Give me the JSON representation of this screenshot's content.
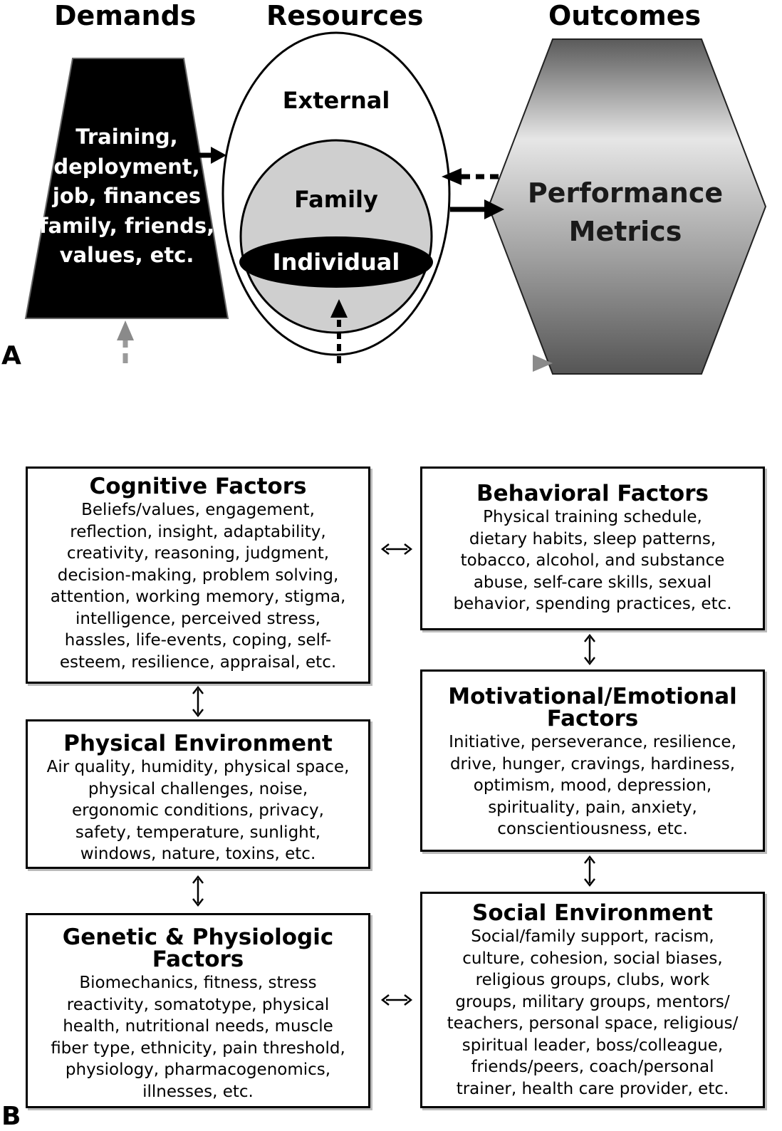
{
  "panel_a": {
    "label": "A",
    "headers": {
      "demands": "Demands",
      "resources": "Resources",
      "outcomes": "Outcomes"
    },
    "demands_text": [
      "Training,",
      "deployment,",
      "job, finances",
      "family, friends,",
      "values, etc."
    ],
    "resources": {
      "external": "External",
      "family": "Family",
      "individual": "Individual"
    },
    "outcomes_text": [
      "Performance",
      "Metrics"
    ],
    "colors": {
      "trapezoid": "#000000",
      "family_fill": "#cfcfcf",
      "individual_fill": "#000000",
      "hexagon_light": "#d9d9d9",
      "hexagon_dark": "#6e6e6e"
    }
  },
  "panel_b": {
    "label": "B",
    "boxes": {
      "cognitive": {
        "title": "Cognitive Factors",
        "lines": [
          "Beliefs/values, engagement,",
          "reflection, insight, adaptability,",
          "creativity, reasoning, judgment,",
          "decision-making, problem solving,",
          "attention, working memory, stigma,",
          "intelligence, perceived stress,",
          "hassles, life-events, coping, self-",
          "esteem, resilience, appraisal, etc."
        ]
      },
      "physical": {
        "title": "Physical Environment",
        "lines": [
          "Air quality, humidity, physical space,",
          "physical challenges, noise,",
          "ergonomic conditions, privacy,",
          "safety, temperature, sunlight,",
          "windows, nature, toxins, etc."
        ]
      },
      "genetic": {
        "title_lines": [
          "Genetic & Physiologic",
          "Factors"
        ],
        "lines": [
          "Biomechanics, fitness, stress",
          "reactivity, somatotype, physical",
          "health, nutritional needs, muscle",
          "fiber type, ethnicity, pain threshold,",
          "physiology, pharmacogenomics,",
          "illnesses, etc."
        ]
      },
      "behavioral": {
        "title": "Behavioral Factors",
        "lines": [
          "Physical training schedule,",
          "dietary habits, sleep patterns,",
          "tobacco, alcohol, and substance",
          "abuse, self-care skills, sexual",
          "behavior, spending practices, etc."
        ]
      },
      "motivational": {
        "title_lines": [
          "Motivational/Emotional",
          "Factors"
        ],
        "lines": [
          "Initiative, perseverance, resilience,",
          "drive, hunger, cravings, hardiness,",
          "optimism, mood, depression,",
          "spirituality, pain, anxiety,",
          "conscientiousness, etc."
        ]
      },
      "social": {
        "title": "Social Environment",
        "lines": [
          "Social/family support, racism,",
          "culture, cohesion, social biases,",
          "religious groups, clubs, work",
          "groups, military groups, mentors/",
          "teachers, personal space, religious/",
          "spiritual leader, boss/colleague,",
          "friends/peers, coach/personal",
          "trainer, health care provider, etc."
        ]
      }
    }
  }
}
